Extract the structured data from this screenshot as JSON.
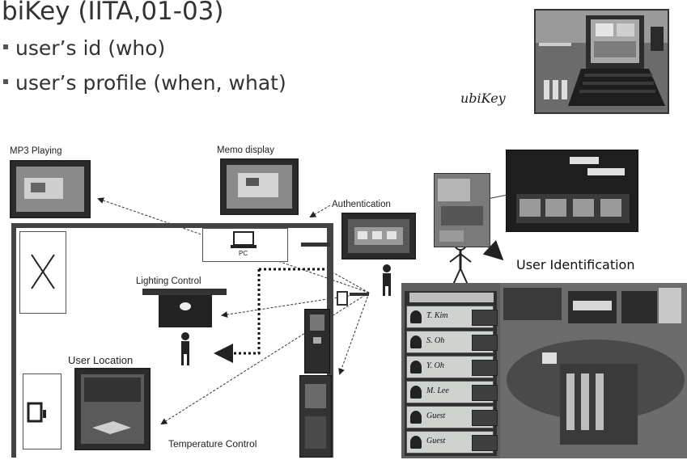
{
  "title": "biKey (IITA,01-03)",
  "bullets": [
    "user’s id (who)",
    "user’s profile (when, what)"
  ],
  "ubikey_label": "ubiKey",
  "labels": {
    "mp3": "MP3 Playing",
    "memo": "Memo display",
    "auth": "Authentication",
    "user_identification": "User Identification",
    "lighting": "Lighting Control",
    "user_location": "User Location",
    "temperature": "Temperature Control",
    "pc": "PC",
    "x_mark": "X"
  },
  "identification_list": [
    {
      "name": "T. Kim"
    },
    {
      "name": "S. Oh"
    },
    {
      "name": "Y. Oh"
    },
    {
      "name": "M. Lee"
    },
    {
      "name": "Guest"
    },
    {
      "name": "Guest"
    }
  ],
  "colors": {
    "frame": "#444444",
    "arrow": "#333333",
    "screen": "#2b2b2b"
  }
}
